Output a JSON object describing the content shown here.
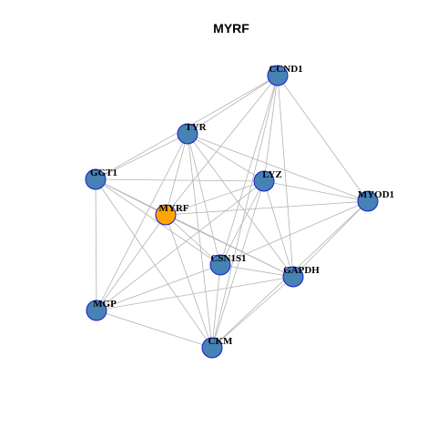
{
  "title": "MYRF",
  "colors": {
    "node_default": "#4682b4",
    "node_focus": "#ffa500",
    "node_border": "#1a1acc",
    "edge": "#b3b3b3",
    "background": "#ffffff"
  },
  "nodes": [
    {
      "id": "CCND1",
      "label": "CCND1",
      "focus": false
    },
    {
      "id": "TYR",
      "label": "TYR",
      "focus": false
    },
    {
      "id": "GGT1",
      "label": "GGT1",
      "focus": false
    },
    {
      "id": "LYZ",
      "label": "LYZ",
      "focus": false
    },
    {
      "id": "MYOD1",
      "label": "MYOD1",
      "focus": false
    },
    {
      "id": "MYRF",
      "label": "MYRF",
      "focus": true
    },
    {
      "id": "CSN1S1",
      "label": "CSN1S1",
      "focus": false
    },
    {
      "id": "GAPDH",
      "label": "GAPDH",
      "focus": false
    },
    {
      "id": "MGP",
      "label": "MGP",
      "focus": false
    },
    {
      "id": "CKM",
      "label": "CKM",
      "focus": false
    }
  ],
  "edges": [
    [
      "CCND1",
      "TYR"
    ],
    [
      "CCND1",
      "GGT1"
    ],
    [
      "CCND1",
      "LYZ"
    ],
    [
      "CCND1",
      "MYOD1"
    ],
    [
      "CCND1",
      "MYRF"
    ],
    [
      "CCND1",
      "CSN1S1"
    ],
    [
      "CCND1",
      "GAPDH"
    ],
    [
      "CCND1",
      "CKM"
    ],
    [
      "TYR",
      "GGT1"
    ],
    [
      "TYR",
      "LYZ"
    ],
    [
      "TYR",
      "MYOD1"
    ],
    [
      "TYR",
      "MYRF"
    ],
    [
      "TYR",
      "CSN1S1"
    ],
    [
      "TYR",
      "GAPDH"
    ],
    [
      "TYR",
      "MGP"
    ],
    [
      "TYR",
      "CKM"
    ],
    [
      "GGT1",
      "LYZ"
    ],
    [
      "GGT1",
      "MYRF"
    ],
    [
      "GGT1",
      "CSN1S1"
    ],
    [
      "GGT1",
      "GAPDH"
    ],
    [
      "GGT1",
      "MGP"
    ],
    [
      "GGT1",
      "CKM"
    ],
    [
      "LYZ",
      "MYOD1"
    ],
    [
      "LYZ",
      "MYRF"
    ],
    [
      "LYZ",
      "CSN1S1"
    ],
    [
      "LYZ",
      "GAPDH"
    ],
    [
      "LYZ",
      "MGP"
    ],
    [
      "LYZ",
      "CKM"
    ],
    [
      "MYOD1",
      "MYRF"
    ],
    [
      "MYOD1",
      "CSN1S1"
    ],
    [
      "MYOD1",
      "GAPDH"
    ],
    [
      "MYOD1",
      "CKM"
    ],
    [
      "MYRF",
      "CSN1S1"
    ],
    [
      "MYRF",
      "GAPDH"
    ],
    [
      "MYRF",
      "MGP"
    ],
    [
      "MYRF",
      "CKM"
    ],
    [
      "CSN1S1",
      "GAPDH"
    ],
    [
      "CSN1S1",
      "MGP"
    ],
    [
      "CSN1S1",
      "CKM"
    ],
    [
      "GAPDH",
      "MGP"
    ],
    [
      "GAPDH",
      "CKM"
    ],
    [
      "MGP",
      "CKM"
    ]
  ]
}
